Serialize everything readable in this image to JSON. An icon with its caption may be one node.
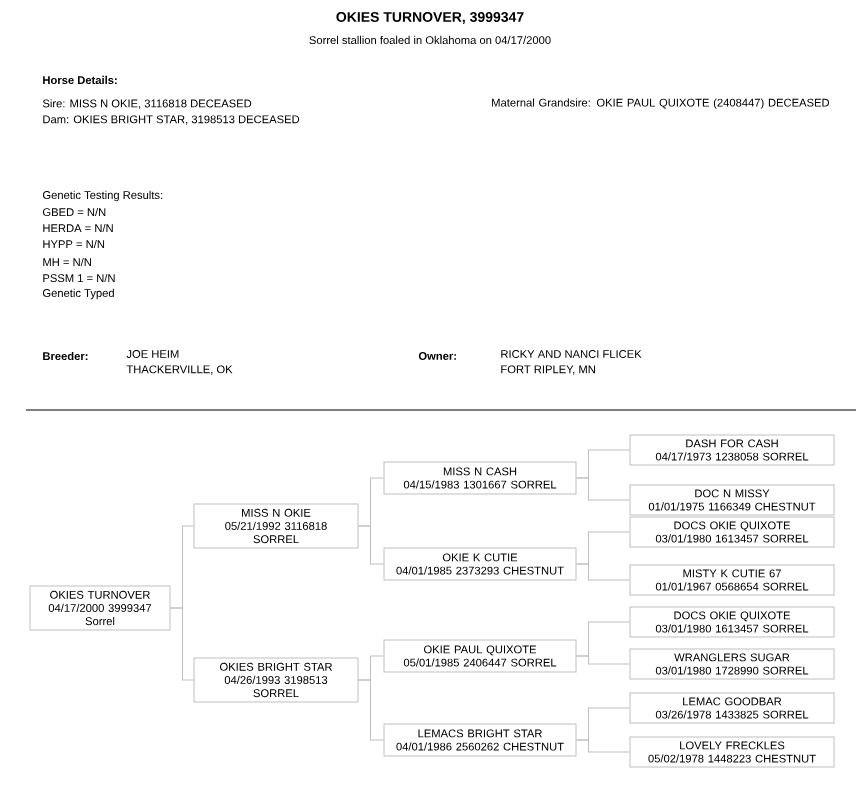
{
  "diagram": {
    "title": "OKIES TURNOVER, 3999347",
    "nodes": [
      {
        "text": [
          "OKIES TURNOVER",
          "04/17/2000 3999347",
          "Sorrel"
        ]
      },
      {
        "text": [
          "MISS N OKIE",
          "05/21/1992 3116818",
          "SORREL"
        ]
      },
      {
        "text": [
          "MISS N CASH",
          "04/15/1983 1301667 SORREL"
        ]
      },
      {
        "text": [
          "DASH FOR CASH",
          "04/17/1973 1238058 SORREL"
        ]
      },
      {
        "text": [
          "DOC N MISSY",
          "01/01/1975 1166349 CHESTNUT"
        ]
      },
      {
        "text": [
          "OKIE K CUTIE",
          "04/01/1985 2373293 CHESTNUT"
        ]
      },
      {
        "text": [
          "DOCS OKIE QUIXOTE",
          "03/01/1980 1613457 SORREL"
        ]
      },
      {
        "text": [
          "MISTY K CUTIE 67",
          "01/01/1967 0568654 SORREL"
        ]
      },
      {
        "text": [
          "OKIES BRIGHT STAR",
          "04/26/1993 3198513",
          "SORREL"
        ]
      },
      {
        "text": [
          "OKIE PAUL QUIXOTE",
          "05/01/1985 2406447 SORREL"
        ]
      },
      {
        "text": [
          "DOCS OKIE QUIXOTE",
          "03/01/1980 1613457 SORREL"
        ]
      },
      {
        "text": [
          "WRANGLERS SUGAR",
          "03/01/1980 1728990 SORREL"
        ]
      },
      {
        "text": [
          "LEMACS BRIGHT STAR",
          "04/01/1986 2560262 CHESTNUT"
        ]
      },
      {
        "text": [
          "LEMAC GOODBAR",
          "03/26/1978 1433825 SORREL"
        ]
      },
      {
        "text": [
          "LOVELY FRECKLES",
          "05/02/1978 1448223 CHESTNUT"
        ]
      }
    ],
    "edges": [
      {
        "from": 0,
        "to": 1,
        "arrow": "none"
      },
      {
        "from": 0,
        "to": 8,
        "arrow": "none"
      },
      {
        "from": 1,
        "to": 2,
        "arrow": "none"
      },
      {
        "from": 1,
        "to": 5,
        "arrow": "none"
      },
      {
        "from": 2,
        "to": 3,
        "arrow": "none"
      },
      {
        "from": 2,
        "to": 4,
        "arrow": "none"
      },
      {
        "from": 5,
        "to": 6,
        "arrow": "none"
      },
      {
        "from": 5,
        "to": 7,
        "arrow": "none"
      },
      {
        "from": 8,
        "to": 9,
        "arrow": "none"
      },
      {
        "from": 8,
        "to": 12,
        "arrow": "none"
      },
      {
        "from": 9,
        "to": 10,
        "arrow": "none"
      },
      {
        "from": 9,
        "to": 11,
        "arrow": "none"
      },
      {
        "from": 12,
        "to": 13,
        "arrow": "none"
      },
      {
        "from": 12,
        "to": 14,
        "arrow": "none"
      }
    ],
    "labels": [
      "Sorrel stallion foaled in Oklahoma on 04/17/2000",
      "Horse Details:",
      "Sire: MISS N OKIE, 3116818 DECEASED",
      "Maternal Grandsire: OKIE PAUL QUIXOTE (2408447) DECEASED",
      "Dam: OKIES BRIGHT STAR, 3198513 DECEASED",
      "Genetic Testing Results:",
      "GBED = N/N",
      "HERDA = N/N",
      "HYPP = N/N",
      "MH = N/N",
      "PSSM 1 = N/N",
      "Genetic Typed",
      "Breeder:",
      "JOE HEIM",
      "THACKERVILLE, OK",
      "Owner:",
      "RICKY AND NANCI FLICEK",
      "FORT RIPLEY, MN"
    ]
  }
}
